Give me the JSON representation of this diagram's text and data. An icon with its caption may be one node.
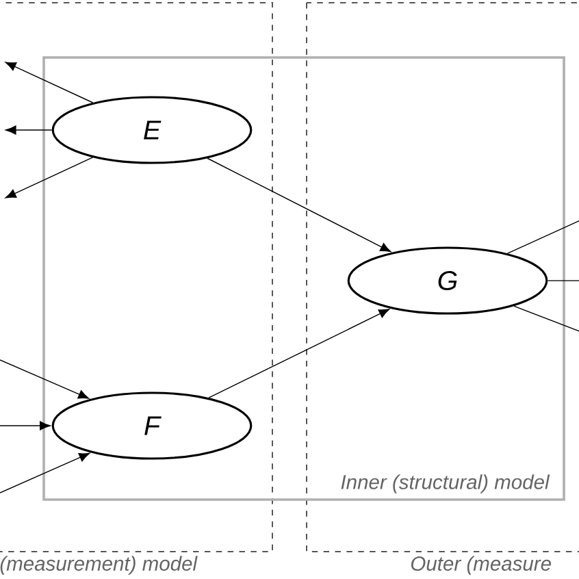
{
  "diagram": {
    "nodes": [
      {
        "text": [
          "E"
        ]
      },
      {
        "text": [
          "F"
        ]
      },
      {
        "text": [
          "G"
        ]
      }
    ],
    "edges": [
      {
        "from": 0,
        "to": null,
        "arrow": "to"
      },
      {
        "from": 0,
        "to": null,
        "arrow": "to"
      },
      {
        "from": 0,
        "to": null,
        "arrow": "to"
      },
      {
        "from": null,
        "to": 1,
        "arrow": "to"
      },
      {
        "from": null,
        "to": 1,
        "arrow": "to"
      },
      {
        "from": null,
        "to": 1,
        "arrow": "to"
      },
      {
        "from": 2,
        "to": null,
        "arrow": "none"
      },
      {
        "from": 2,
        "to": null,
        "arrow": "none"
      },
      {
        "from": 2,
        "to": null,
        "arrow": "none"
      },
      {
        "from": 0,
        "to": 2,
        "arrow": "to"
      },
      {
        "from": 1,
        "to": 2,
        "arrow": "to"
      }
    ],
    "labels": [
      "Inner (structural) model",
      "(measurement) model",
      "Outer (measure"
    ]
  }
}
